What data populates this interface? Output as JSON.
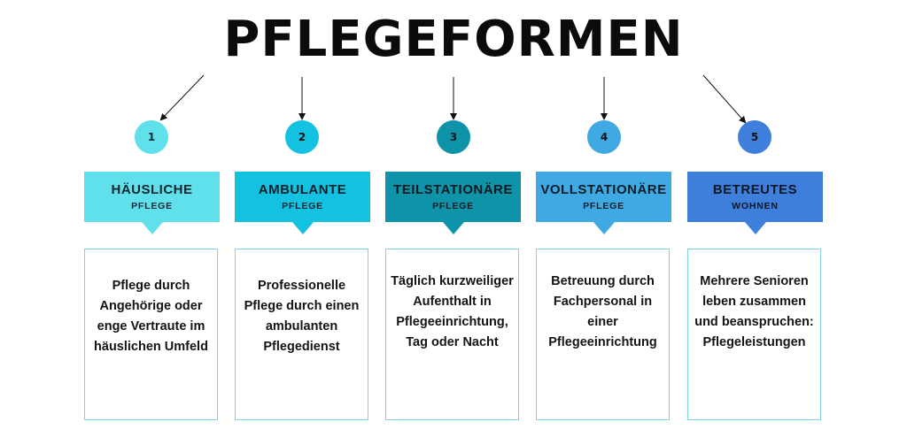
{
  "title": "PFLEGEFORMEN",
  "colors": {
    "c1": "#5fe0ea",
    "c2": "#13c2e0",
    "c3": "#0f93a8",
    "c4": "#3fa9e3",
    "c5": "#3f7fdc"
  },
  "steps": [
    {
      "number": "1",
      "label_main": "HÄUSLICHE",
      "label_sub": "PFLEGE",
      "description": "Pflege durch Angehörige oder enge Vertraute im häuslichen Umfeld"
    },
    {
      "number": "2",
      "label_main": "AMBULANTE",
      "label_sub": "PFLEGE",
      "description": "Professionelle Pflege durch einen ambulanten Pflegedienst"
    },
    {
      "number": "3",
      "label_main": "TEILSTATIONÄRE",
      "label_sub": "PFLEGE",
      "description": "Täglich kurzweiliger Aufenthalt in Pflegeeinrichtung, Tag oder Nacht"
    },
    {
      "number": "4",
      "label_main": "VOLLSTATIONÄRE",
      "label_sub": "PFLEGE",
      "description": "Betreuung durch Fachpersonal in einer Pflegeeinrichtung"
    },
    {
      "number": "5",
      "label_main": "BETREUTES",
      "label_sub": "WOHNEN",
      "description": "Mehrere Senioren leben zusammen und beanspruchen: Pflegeleistungen"
    }
  ]
}
